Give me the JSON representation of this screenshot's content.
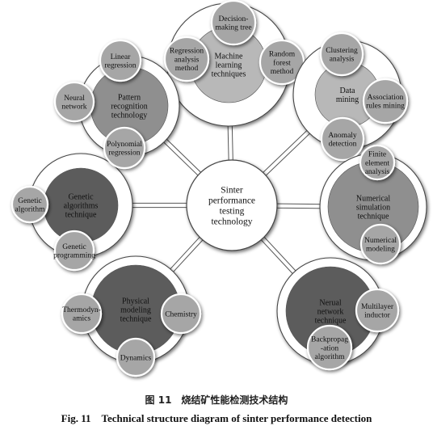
{
  "center": {
    "lines": [
      "Sinter",
      "performance",
      "testing",
      "technology"
    ]
  },
  "groups": [
    {
      "id": "machine-learning",
      "lines": [
        "Machine",
        "learning",
        "techniques"
      ],
      "shade": "light",
      "subs": [
        {
          "id": "decision-making-tree",
          "lines": [
            "Decision-",
            "making tree"
          ]
        },
        {
          "id": "regression-analysis-method",
          "lines": [
            "Regression",
            "analysis",
            "method"
          ]
        },
        {
          "id": "random-forest-method",
          "lines": [
            "Random",
            "forest",
            "method"
          ]
        }
      ]
    },
    {
      "id": "data-mining",
      "lines": [
        "Data",
        "mining"
      ],
      "shade": "light",
      "subs": [
        {
          "id": "clustering-analysis",
          "lines": [
            "Clustering",
            "analysis"
          ]
        },
        {
          "id": "association-rules-mining",
          "lines": [
            "Association",
            "rules mining"
          ]
        },
        {
          "id": "anomaly-detection",
          "lines": [
            "Anomaly",
            "detection"
          ]
        }
      ]
    },
    {
      "id": "numerical-simulation",
      "lines": [
        "Numerical",
        "simulation",
        "technique"
      ],
      "shade": "medium",
      "subs": [
        {
          "id": "finite-element-analysis",
          "lines": [
            "Finite",
            "element",
            "analysis"
          ]
        },
        {
          "id": "numerical-modeling",
          "lines": [
            "Numerical",
            "modeling"
          ]
        }
      ]
    },
    {
      "id": "neural-network",
      "lines": [
        "Nerual",
        "network",
        "technique"
      ],
      "shade": "dark",
      "subs": [
        {
          "id": "multilayer-inductor",
          "lines": [
            "Multilayer",
            "inductor"
          ]
        },
        {
          "id": "backpropagation-algorithm",
          "lines": [
            "Backpropag",
            "-ation",
            "algorithm"
          ]
        }
      ]
    },
    {
      "id": "physical-modeling",
      "lines": [
        "Physical",
        "modeling",
        "technique"
      ],
      "shade": "dark",
      "subs": [
        {
          "id": "thermodynamics",
          "lines": [
            "Thermodyn-",
            "amics"
          ]
        },
        {
          "id": "chemistry",
          "lines": [
            "Chemistry"
          ]
        },
        {
          "id": "dynamics",
          "lines": [
            "Dynamics"
          ]
        }
      ]
    },
    {
      "id": "genetic-algorithms",
      "lines": [
        "Genetic",
        "algorithms",
        "technique"
      ],
      "shade": "dark",
      "subs": [
        {
          "id": "genetic-algorithm",
          "lines": [
            "Genetic",
            "algorithm"
          ]
        },
        {
          "id": "genetic-programming",
          "lines": [
            "Genetic",
            "programming"
          ]
        }
      ]
    },
    {
      "id": "pattern-recognition",
      "lines": [
        "Pattern",
        "recognition",
        "technology"
      ],
      "shade": "medium",
      "subs": [
        {
          "id": "linear-regression",
          "lines": [
            "Linear",
            "regression"
          ]
        },
        {
          "id": "neural-network-sub",
          "lines": [
            "Neural",
            "network"
          ]
        },
        {
          "id": "polynomial-regression",
          "lines": [
            "Polynomial",
            "regression"
          ]
        }
      ]
    }
  ],
  "caption": {
    "cn": "图 11　烧结矿性能检测技术结构",
    "en": "Fig. 11　Technical structure diagram of sinter performance detection"
  },
  "colors": {
    "light": "#b8b8b8",
    "medium": "#8f8f8f",
    "dark": "#5c5c5c",
    "sub": "#a6a6a6",
    "ring": "#ffffff",
    "spoke": "#555555",
    "line": "#444444"
  }
}
